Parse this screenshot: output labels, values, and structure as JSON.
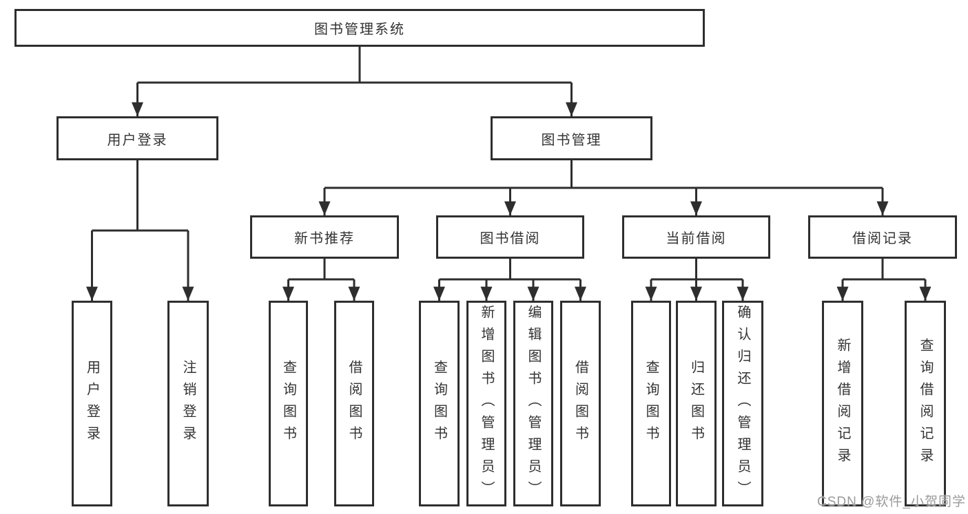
{
  "diagram": {
    "root": {
      "label": "图书管理系统"
    },
    "branches": [
      {
        "label": "用户登录",
        "children": [
          {
            "label": "用户登录"
          },
          {
            "label": "注销登录"
          }
        ]
      },
      {
        "label": "图书管理",
        "children": [
          {
            "label": "新书推荐",
            "children": [
              {
                "label": "查询图书"
              },
              {
                "label": "借阅图书"
              }
            ]
          },
          {
            "label": "图书借阅",
            "children": [
              {
                "label": "查询图书"
              },
              {
                "label": "新增图书（管理员）"
              },
              {
                "label": "编辑图书（管理员）"
              },
              {
                "label": "借阅图书"
              }
            ]
          },
          {
            "label": "当前借阅",
            "children": [
              {
                "label": "查询图书"
              },
              {
                "label": "归还图书"
              },
              {
                "label": "确认归还（管理员）"
              }
            ]
          },
          {
            "label": "借阅记录",
            "children": [
              {
                "label": "新增借阅记录"
              },
              {
                "label": "查询借阅记录"
              }
            ]
          }
        ]
      }
    ]
  },
  "watermark": {
    "text": "CSDN @软件_小贺同学"
  },
  "colors": {
    "line": "#2e2e2e",
    "box_border": "#2e2e2e",
    "text": "#333333",
    "watermark": "#9a9a9a",
    "background": "#ffffff"
  }
}
